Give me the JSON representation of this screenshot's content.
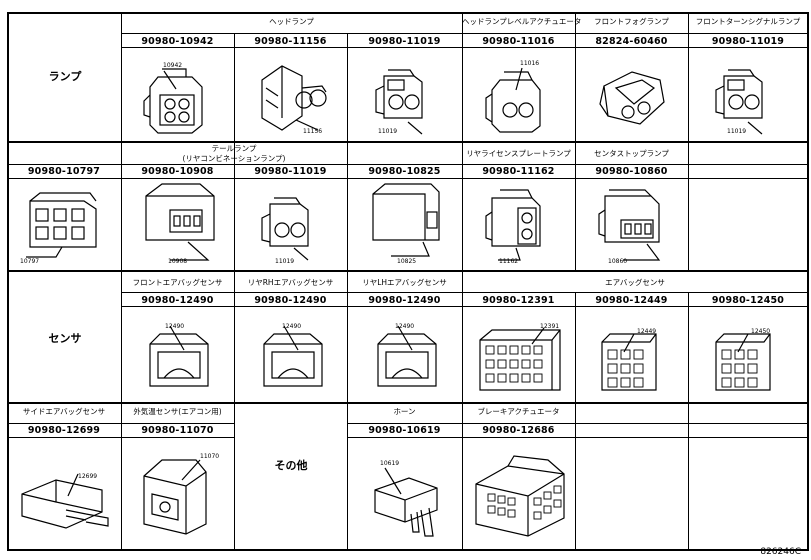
{
  "categories": {
    "lamp": "ランプ",
    "sensor": "センサ",
    "other": "その他"
  },
  "row1": {
    "headers": {
      "headlamp": "ヘッドランプ",
      "leveling": "ヘッドランプレベルアクチュエータ",
      "fog": "フロントフォグランプ",
      "turn": "フロントターンシグナルランプ"
    },
    "parts": [
      "90980-10942",
      "90980-11156",
      "90980-11019",
      "90980-11016",
      "82824-60460",
      "90980-11019"
    ],
    "codes": [
      "10942",
      "11156",
      "11019",
      "11016",
      "11019"
    ]
  },
  "row2": {
    "headers": {
      "tail_line1": "テールランプ",
      "tail_line2": "(リヤコンビネーションランプ)",
      "license": "リヤライセンスプレートランプ",
      "center_stop": "センタストップランプ"
    },
    "parts": [
      "90980-10797",
      "90980-10908",
      "90980-11019",
      "90980-10825",
      "90980-11162",
      "90980-10860"
    ],
    "codes": [
      "10797",
      "10908",
      "11019",
      "10825",
      "11162",
      "10860"
    ]
  },
  "row3": {
    "headers": {
      "front_airbag": "フロントエアバッグセンサ",
      "rear_rh": "リヤRHエアバッグセンサ",
      "rear_lh": "リヤLHエアバッグセンサ",
      "airbag": "エアバッグセンサ"
    },
    "parts": [
      "90980-12490",
      "90980-12490",
      "90980-12490",
      "90980-12391",
      "90980-12449",
      "90980-12450"
    ],
    "codes": [
      "12490",
      "12490",
      "12490",
      "12391",
      "12449",
      "12450"
    ]
  },
  "row4": {
    "headers": {
      "side_airbag": "サイドエアバッグセンサ",
      "ambient": "外気温センサ(エアコン用)",
      "horn": "ホーン",
      "brake": "ブレーキアクチュエータ"
    },
    "parts": [
      "90980-12699",
      "90980-11070",
      "90980-10619",
      "90980-12686"
    ],
    "codes": [
      "12699",
      "11070",
      "10619"
    ]
  },
  "figure_id": "826246C"
}
